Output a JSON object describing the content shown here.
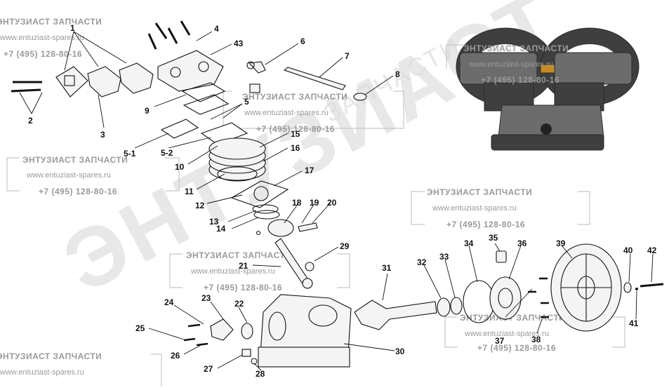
{
  "watermark": {
    "company": "ЭНТУЗИАСТ ЗАПЧАСТИ",
    "website": "www.entuziast-spares.ru",
    "phone": "+7 (495) 128-80-16",
    "big_text": "ЭНТУЗИАСТ",
    "faint_text": "ЗАПЧАСТИ"
  },
  "parts": [
    {
      "label": "1"
    },
    {
      "label": "2"
    },
    {
      "label": "3"
    },
    {
      "label": "4"
    },
    {
      "label": "43"
    },
    {
      "label": "6"
    },
    {
      "label": "7"
    },
    {
      "label": "8"
    },
    {
      "label": "9"
    },
    {
      "label": "5"
    },
    {
      "label": "5-1"
    },
    {
      "label": "5-2"
    },
    {
      "label": "15"
    },
    {
      "label": "16"
    },
    {
      "label": "10"
    },
    {
      "label": "11"
    },
    {
      "label": "17"
    },
    {
      "label": "12"
    },
    {
      "label": "18"
    },
    {
      "label": "19"
    },
    {
      "label": "20"
    },
    {
      "label": "13"
    },
    {
      "label": "14"
    },
    {
      "label": "35"
    },
    {
      "label": "34"
    },
    {
      "label": "36"
    },
    {
      "label": "39"
    },
    {
      "label": "29"
    },
    {
      "label": "32"
    },
    {
      "label": "33"
    },
    {
      "label": "40"
    },
    {
      "label": "42"
    },
    {
      "label": "21"
    },
    {
      "label": "31"
    },
    {
      "label": "24"
    },
    {
      "label": "23"
    },
    {
      "label": "22"
    },
    {
      "label": "25"
    },
    {
      "label": "41"
    },
    {
      "label": "37"
    },
    {
      "label": "38"
    },
    {
      "label": "30"
    },
    {
      "label": "26"
    },
    {
      "label": "27"
    },
    {
      "label": "28"
    }
  ]
}
